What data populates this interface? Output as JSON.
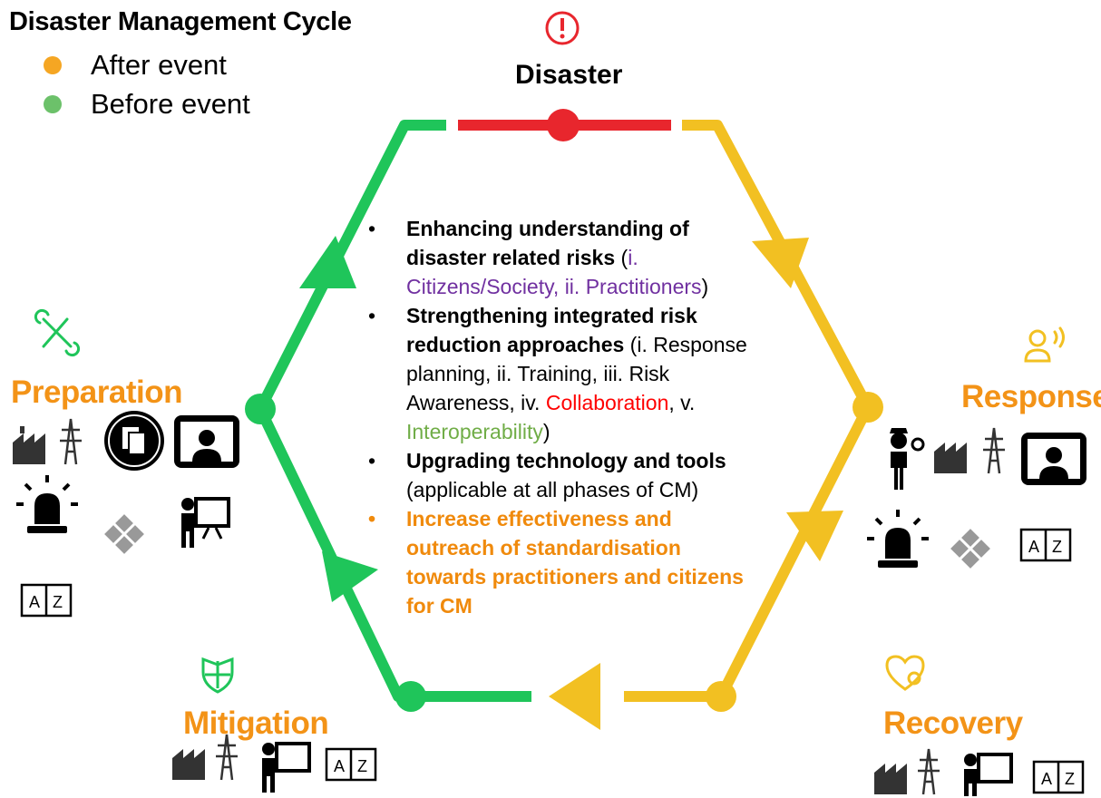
{
  "title": "Disaster Management Cycle",
  "legend": [
    {
      "label": "After event",
      "color": "#f5a623"
    },
    {
      "label": "Before event",
      "color": "#6cc16a"
    }
  ],
  "phases": {
    "disaster": "Disaster",
    "preparation": "Preparation",
    "response": "Response",
    "mitigation": "Mitigation",
    "recovery": "Recovery"
  },
  "colors": {
    "green": "#1fc55a",
    "yellow": "#f2c022",
    "red": "#e8262d",
    "orange": "#f39317"
  },
  "bullets": {
    "b1_bold": "Enhancing understanding of disaster related risks",
    "b1_open": " (",
    "b1_purple": "i. Citizens/Society, ii. Practitioners",
    "b1_close": ")",
    "b2_bold": "Strengthening integrated risk reduction approaches",
    "b2_a": " (i. Response planning, ii. Training, iii. Risk Awareness, iv. ",
    "b2_red": "Collaboration",
    "b2_b": ", v. ",
    "b2_green": "Interoperability",
    "b2_close": ")",
    "b3_bold": "Upgrading technology and tools",
    "b3_rest": " (applicable at all phases of CM)",
    "b4": "Increase effectiveness and outreach of standardisation towards practitioners and citizens for CM",
    "marker": "•"
  },
  "icons": {
    "dictionary_text": "A|Z",
    "dict_a": "A",
    "dict_z": "Z",
    "alert": "!"
  }
}
